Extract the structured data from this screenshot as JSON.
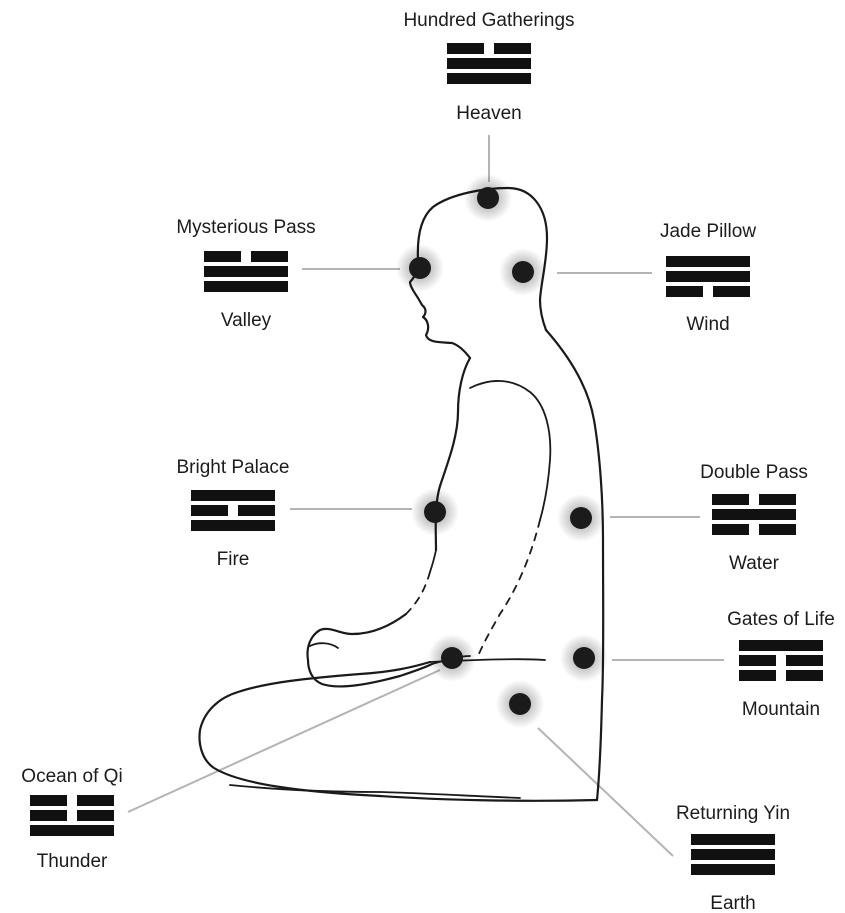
{
  "points": [
    {
      "id": "hundred-gatherings",
      "name": "Hundred Gatherings",
      "trigram_name": "Heaven",
      "lines": [
        0,
        1,
        1
      ]
    },
    {
      "id": "jade-pillow",
      "name": "Jade Pillow",
      "trigram_name": "Wind",
      "lines": [
        1,
        1,
        0
      ]
    },
    {
      "id": "mysterious-pass",
      "name": "Mysterious Pass",
      "trigram_name": "Valley",
      "lines": [
        0,
        1,
        1
      ]
    },
    {
      "id": "bright-palace",
      "name": "Bright Palace",
      "trigram_name": "Fire",
      "lines": [
        1,
        0,
        1
      ]
    },
    {
      "id": "double-pass",
      "name": "Double Pass",
      "trigram_name": "Water",
      "lines": [
        0,
        1,
        0
      ]
    },
    {
      "id": "gates-of-life",
      "name": "Gates of Life",
      "trigram_name": "Mountain",
      "lines": [
        1,
        0,
        0
      ]
    },
    {
      "id": "ocean-of-qi",
      "name": "Ocean of Qi",
      "trigram_name": "Thunder",
      "lines": [
        0,
        0,
        1
      ]
    },
    {
      "id": "returning-yin",
      "name": "Returning Yin",
      "trigram_name": "Earth",
      "lines": [
        1,
        1,
        1
      ]
    }
  ]
}
